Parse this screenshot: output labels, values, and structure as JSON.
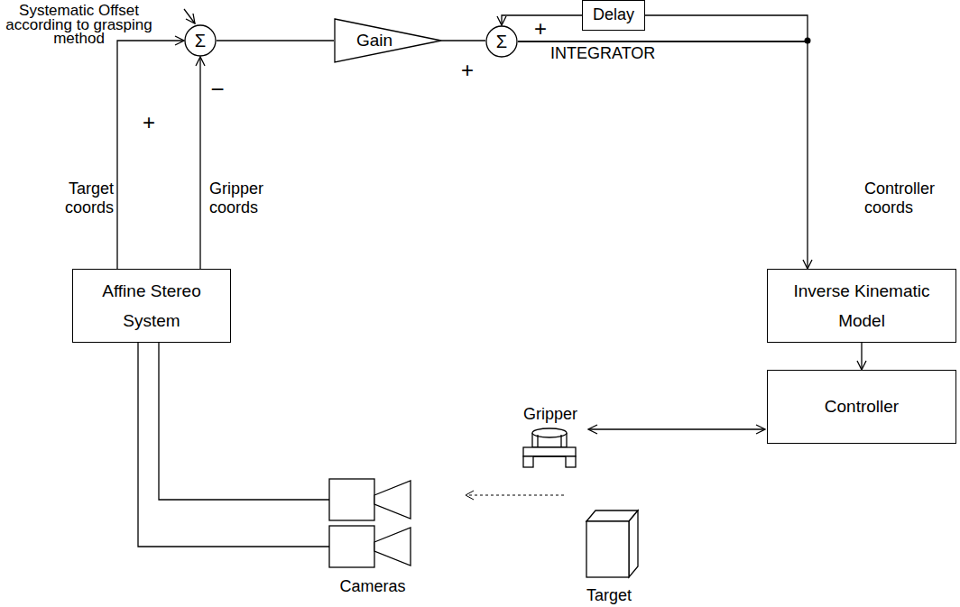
{
  "diagram": {
    "nodes": [
      {
        "text": [
          "Σ"
        ]
      },
      {
        "text": [
          "Gain"
        ]
      },
      {
        "text": [
          "Σ"
        ]
      },
      {
        "text": [
          "Delay"
        ]
      },
      {
        "text": [
          "Affine Stereo System"
        ]
      },
      {
        "text": [
          "Inverse Kinematic Model"
        ]
      },
      {
        "text": [
          "Controller"
        ]
      }
    ],
    "edges": [
      {
        "from": 4,
        "to": 0,
        "arrow": "to"
      },
      {
        "from": 4,
        "to": 0,
        "arrow": "to"
      },
      {
        "from": 0,
        "to": 1,
        "arrow": "none"
      },
      {
        "from": 1,
        "to": 2,
        "arrow": "none"
      },
      {
        "from": 2,
        "to": 5,
        "arrow": "to"
      },
      {
        "from": 2,
        "to": 3,
        "arrow": "none"
      },
      {
        "from": 3,
        "to": 2,
        "arrow": "to"
      },
      {
        "from": 5,
        "to": 6,
        "arrow": "to"
      }
    ],
    "labels": [
      "Systematic Offset according to grasping method",
      "+",
      "−",
      "Target coords",
      "Gripper coords",
      "+",
      "+",
      "INTEGRATOR",
      "Controller coords",
      "Gripper",
      "Cameras",
      "Target"
    ]
  }
}
